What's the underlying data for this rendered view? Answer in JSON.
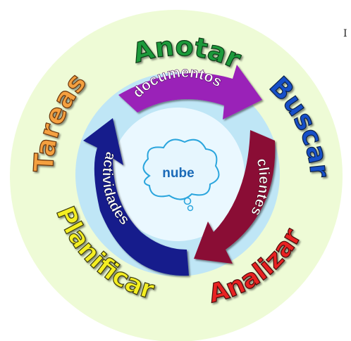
{
  "diagram": {
    "outer_labels": [
      {
        "text": "Anotar",
        "color": "#1a9a3a"
      },
      {
        "text": "Buscar",
        "color": "#1450c8"
      },
      {
        "text": "Analizar",
        "color": "#e82020"
      },
      {
        "text": "Planificar",
        "color": "#f4ee22"
      },
      {
        "text": "Tareas",
        "color": "#f4a040"
      }
    ],
    "cycle_arrows": [
      {
        "label": "documentos",
        "color": "#9a22b8"
      },
      {
        "label": "clientes",
        "color": "#8a0c34"
      },
      {
        "label": "actividades",
        "color": "#151a8c"
      }
    ],
    "center": {
      "label": "nube"
    },
    "edge_mark": "I"
  },
  "colors": {
    "outer_disc": "#eefbd6",
    "inner_ring": "#bfe6f6",
    "cloud_fill": "#e6f6fe",
    "cloud_stroke": "#2aa5dd",
    "center_text": "#1a6ab8"
  }
}
